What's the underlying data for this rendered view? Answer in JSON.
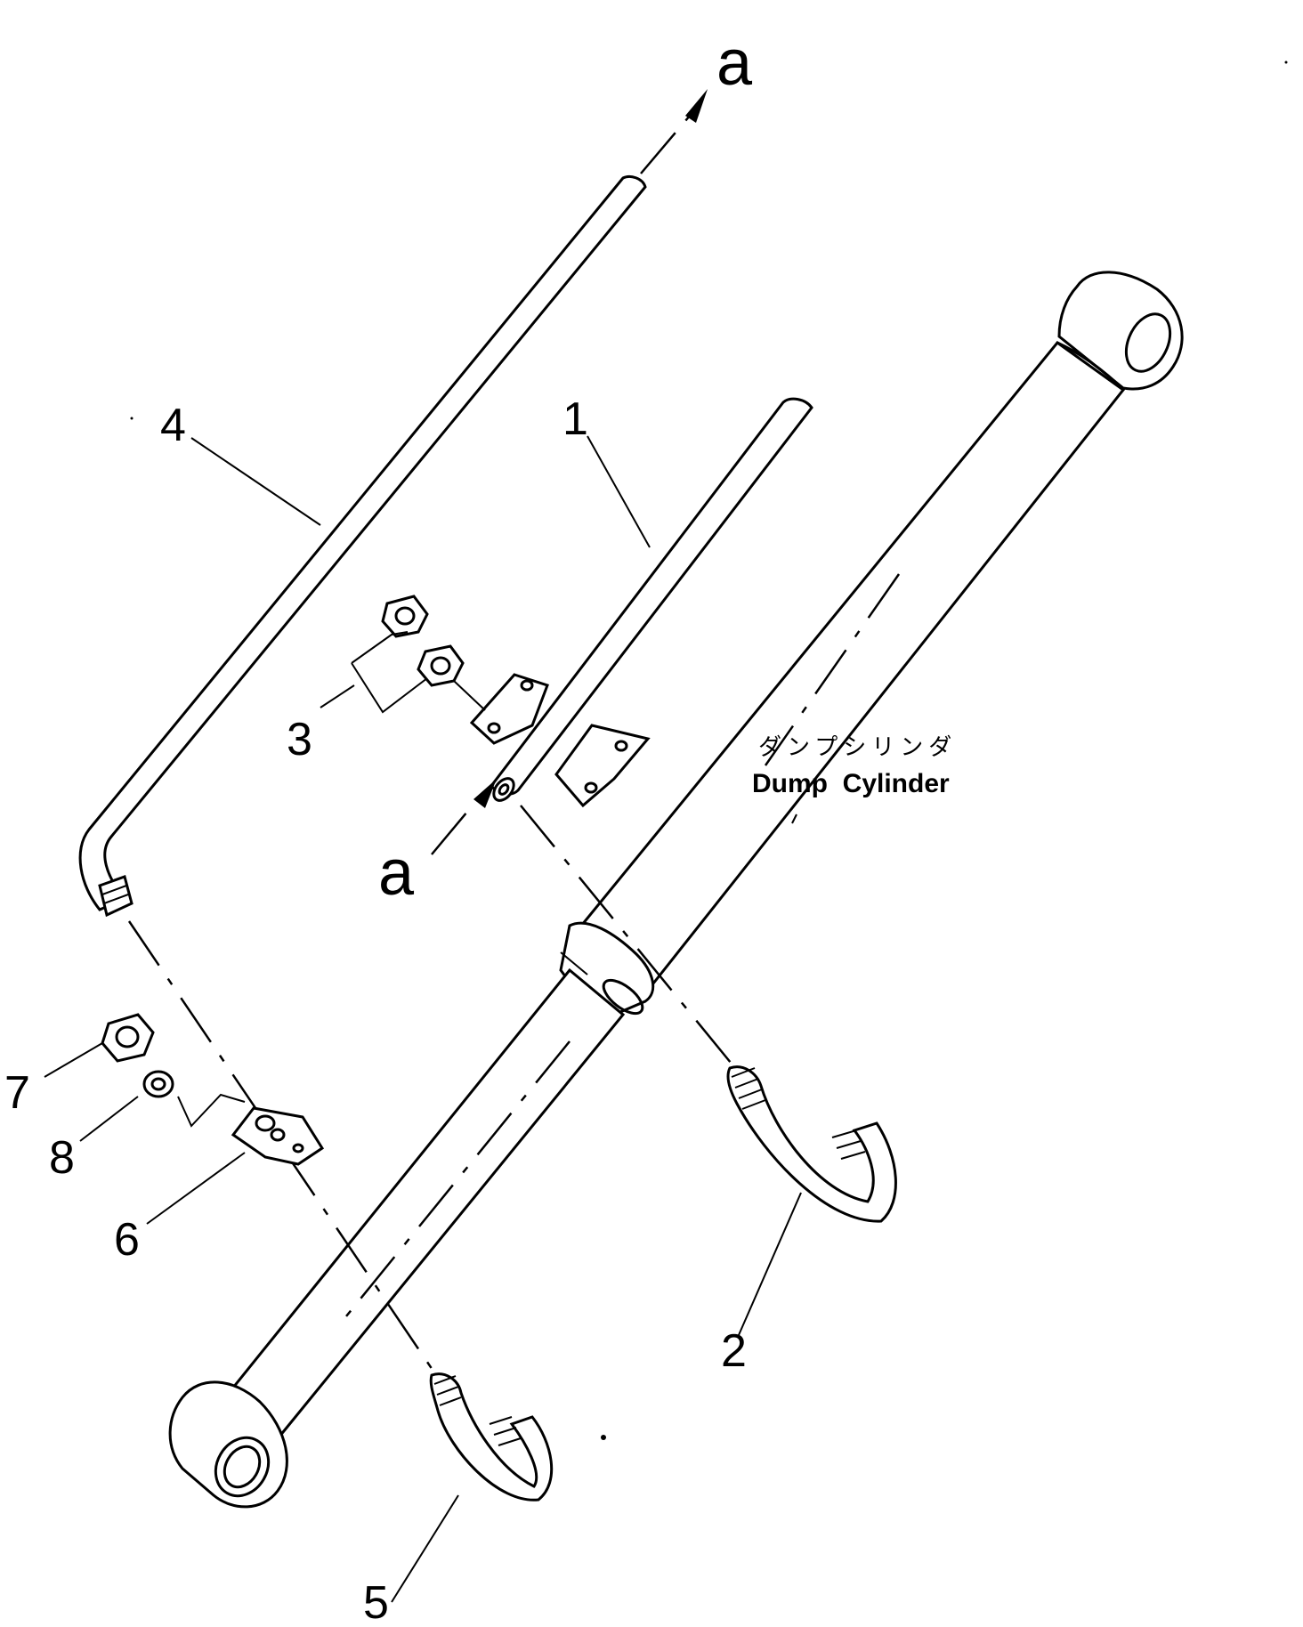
{
  "callouts": {
    "p1": "1",
    "p2": "2",
    "p3": "3",
    "p4": "4",
    "p5": "5",
    "p6": "6",
    "p7": "7",
    "p8": "8",
    "a_top": "a",
    "a_mid": "a"
  },
  "cylinder_label": {
    "jp": "ダンプシリンダ",
    "en": "Dump  Cylinder"
  }
}
